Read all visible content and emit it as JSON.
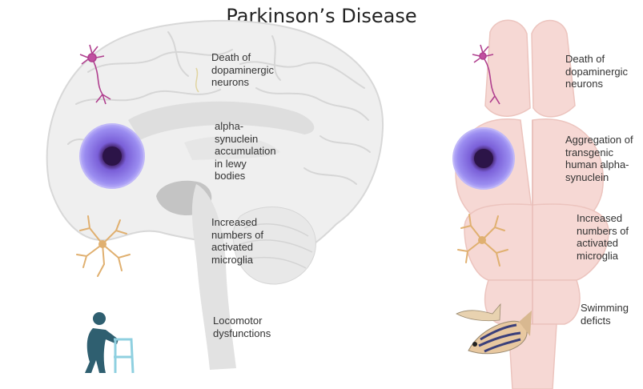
{
  "title": "Parkinson’s Disease",
  "human_panel": {
    "labels": [
      "Death of\ndopaminergic\nneurons",
      "alpha-\nsynuclein\naccumulation\nin lewy\nbodies",
      "Increased\nnumbers of\nactivated\nmicroglia",
      "Locomotor\ndysfunctions"
    ]
  },
  "zebrafish_panel": {
    "labels": [
      "Death of\ndopaminergic\nneurons",
      "Aggregation of\ntransgenic\nhuman alpha-\nsynuclein",
      "Increased\nnumbers of\nactivated\nmicroglia",
      "Swimming\ndeficts"
    ]
  },
  "colors": {
    "human_brain": "#eeeeee",
    "fish_brain": "#f6d8d4",
    "lewy_body": "#8a7fe0",
    "microglia": "#e0b070",
    "neuron": "#b0408f",
    "person": "#2f5f70",
    "walker": "#8fd0e0"
  }
}
